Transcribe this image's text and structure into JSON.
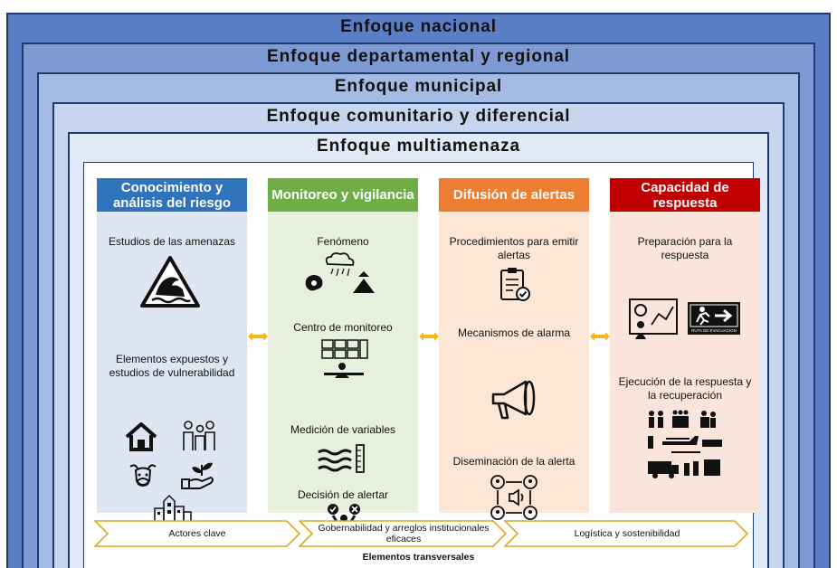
{
  "layers": [
    "Enfoque nacional",
    "Enfoque departamental y regional",
    "Enfoque municipal",
    "Enfoque comunitario y diferencial",
    "Enfoque multiamenaza"
  ],
  "columns": [
    {
      "title": "Conocimiento y análisis del riesgo",
      "items": [
        "Estudios de las amenazas",
        "Elementos expuestos y estudios de vulnerabilidad"
      ]
    },
    {
      "title": "Monitoreo y vigilancia",
      "items": [
        "Fenómeno",
        "Centro de monitoreo",
        "Medición de variables",
        "Decisión de alertar"
      ]
    },
    {
      "title": "Difusión de alertas",
      "items": [
        "Procedimientos para emitir alertas",
        "Mecanismos de alarma",
        "Diseminación de la alerta"
      ]
    },
    {
      "title": "Capacidad de respuesta",
      "items": [
        "Preparación para la respuesta",
        "Ejecución de la respuesta y la recuperación"
      ]
    }
  ],
  "sign_text": "RUTA DE EVACUACION",
  "transversal": {
    "title": "Elementos transversales",
    "items": [
      "Actores clave",
      "Gobernabilidad  y arreglos institucionales eficaces",
      "Logística y sostenibilidad"
    ]
  },
  "colors": {
    "conocimiento": "#2f73bd",
    "monitoreo": "#70ad47",
    "difusion": "#ed7d31",
    "respuesta": "#c00000",
    "arrow": "#f4b81c"
  }
}
